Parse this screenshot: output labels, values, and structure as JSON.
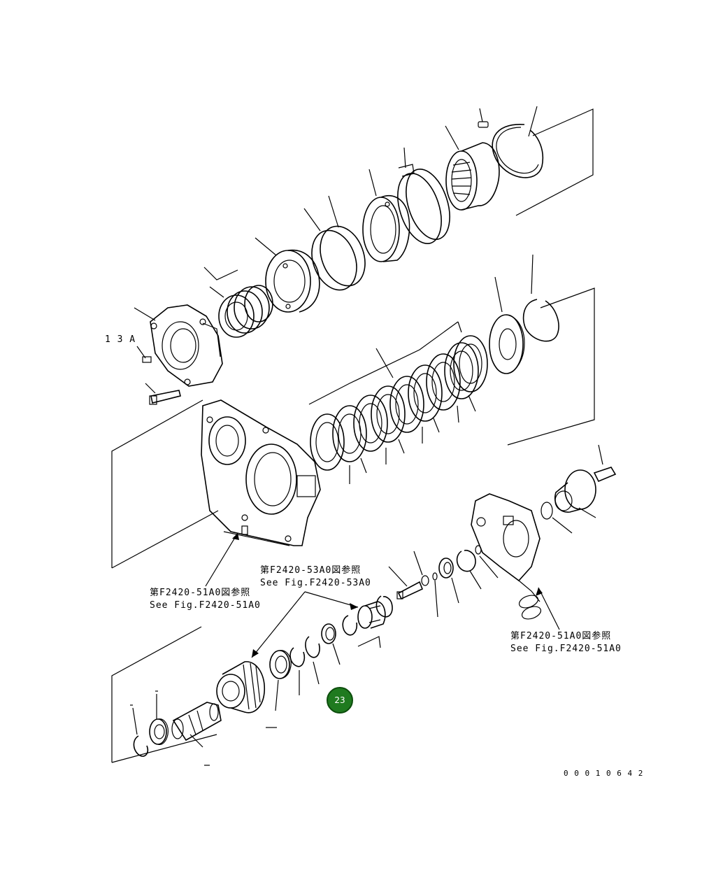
{
  "diagram": {
    "part_label_13a": "1 3 A",
    "ref_upper_jp": "第F2420-53A0図参照",
    "ref_upper_en": "See Fig.F2420-53A0",
    "ref_left_jp": "第F2420-51A0図参照",
    "ref_left_en": "See Fig.F2420-51A0",
    "ref_right_jp": "第F2420-51A0図参照",
    "ref_right_en": "See Fig.F2420-51A0",
    "drawing_number": "0 0 0 1 0 6 4 2",
    "hotspot_label": "23",
    "hotspot_color": "#1f7a1f"
  }
}
